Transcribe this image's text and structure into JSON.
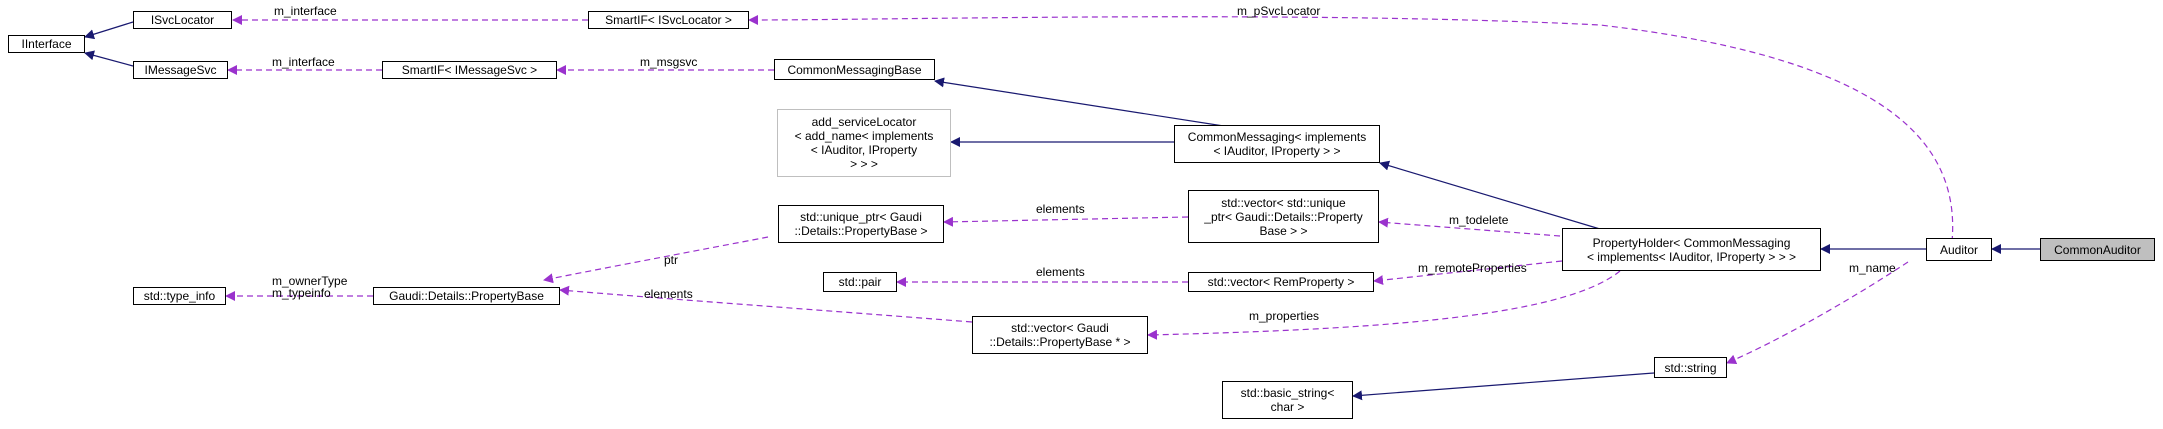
{
  "colors": {
    "inherit": "#191970",
    "usage": "#9a32cd",
    "node_border": "#000000",
    "node_gray": "#bfbfbf",
    "current_fill": "#bfbfbf"
  },
  "nodes": {
    "iinterface": "IInterface",
    "isvclocator": "ISvcLocator",
    "imessagesvc": "IMessageSvc",
    "smartif_svclocator": "SmartIF< ISvcLocator >",
    "smartif_messagesvc": "SmartIF< IMessageSvc >",
    "commonmessagingbase": "CommonMessagingBase",
    "add_servicelocator": "add_serviceLocator\n< add_name< implements\n< IAuditor, IProperty\n> > >",
    "commonmessaging": "CommonMessaging< implements\n< IAuditor, IProperty > >",
    "unique_ptr": "std::unique_ptr< Gaudi\n::Details::PropertyBase >",
    "vector_unique_ptr": "std::vector< std::unique\n_ptr< Gaudi::Details::Property\nBase > >",
    "propertyholder": "PropertyHolder< CommonMessaging\n< implements< IAuditor, IProperty > > >",
    "auditor": "Auditor",
    "commonauditor": "CommonAuditor",
    "type_info": "std::type_info",
    "propertybase": "Gaudi::Details::PropertyBase",
    "pair": "std::pair",
    "vector_remproperty": "std::vector< RemProperty >",
    "vector_propertybase_ptr": "std::vector< Gaudi\n::Details::PropertyBase * >",
    "string": "std::string",
    "basic_string": "std::basic_string<\nchar >"
  },
  "edge_labels": {
    "m_interface_1": "m_interface",
    "m_interface_2": "m_interface",
    "m_psvclocator": "m_pSvcLocator",
    "m_msgsvc": "m_msgsvc",
    "ptr": "ptr",
    "elements_1": "elements",
    "elements_2": "elements",
    "elements_3": "elements",
    "m_todelete": "m_todelete",
    "m_remoteproperties": "m_remoteProperties",
    "m_owner_type": "m_ownerType",
    "m_typeinfo": "m_typeinfo",
    "m_properties": "m_properties",
    "m_name": "m_name"
  }
}
